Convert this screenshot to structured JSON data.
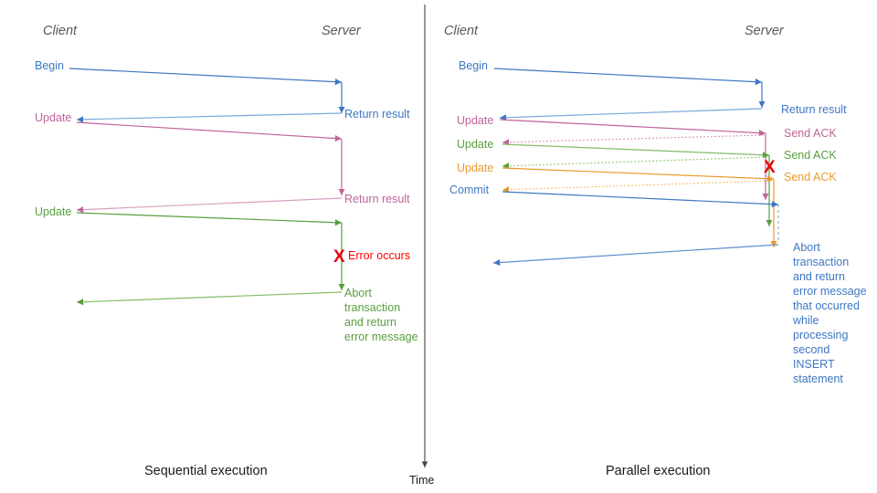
{
  "palette": {
    "blue": "#3d77c2",
    "blue_light": "#8ab4e8",
    "pink": "#c0649a",
    "pink_light": "#e2a7c6",
    "green": "#5a9e3f",
    "green_light": "#9ccb7f",
    "orange": "#e8992b",
    "orange_light": "#f5c277",
    "red": "#e8000d",
    "grey": "#595959",
    "black": "#1a1a1a"
  },
  "time_axis": {
    "label": "Time",
    "icon": "down-arrow-icon"
  },
  "left_panel": {
    "caption": "Sequential execution",
    "lanes": {
      "client": "Client",
      "server": "Server"
    },
    "messages": [
      {
        "label": "Begin",
        "color": "blue",
        "side": "client"
      },
      {
        "label": "Return result",
        "color": "blue",
        "side": "server"
      },
      {
        "label": "Update",
        "color": "pink",
        "side": "client"
      },
      {
        "label": "Return result",
        "color": "pink",
        "side": "server"
      },
      {
        "label": "Update",
        "color": "green",
        "side": "client"
      },
      {
        "label": "Error occurs",
        "color": "red",
        "side": "server",
        "icon": "x-mark-icon"
      },
      {
        "label": "Abort transaction and return error message",
        "color": "green",
        "side": "server"
      }
    ],
    "abort_note_lines": [
      "Abort",
      "transaction",
      "and return",
      "error message"
    ],
    "error_note": "Error occurs",
    "x_mark": "X"
  },
  "right_panel": {
    "caption": "Parallel execution",
    "lanes": {
      "client": "Client",
      "server": "Server"
    },
    "messages": [
      {
        "label": "Begin",
        "color": "blue",
        "side": "client"
      },
      {
        "label": "Return result",
        "color": "blue",
        "side": "server"
      },
      {
        "label": "Update",
        "color": "pink",
        "side": "client"
      },
      {
        "label": "Send ACK",
        "color": "pink",
        "side": "server"
      },
      {
        "label": "Update",
        "color": "green",
        "side": "client"
      },
      {
        "label": "Send ACK",
        "color": "green",
        "side": "server"
      },
      {
        "label": "Update",
        "color": "orange",
        "side": "client"
      },
      {
        "label": "Send ACK",
        "color": "orange",
        "side": "server"
      },
      {
        "label": "Commit",
        "color": "blue",
        "side": "client"
      },
      {
        "label": "Abort transaction and return error message that occurred while processing second INSERT statement",
        "color": "blue",
        "side": "server"
      }
    ],
    "abort_note_lines": [
      "Abort",
      "transaction",
      "and return",
      "error message",
      "that occurred",
      "while",
      "processing",
      "second",
      "INSERT",
      "statement"
    ],
    "x_mark": "X"
  }
}
